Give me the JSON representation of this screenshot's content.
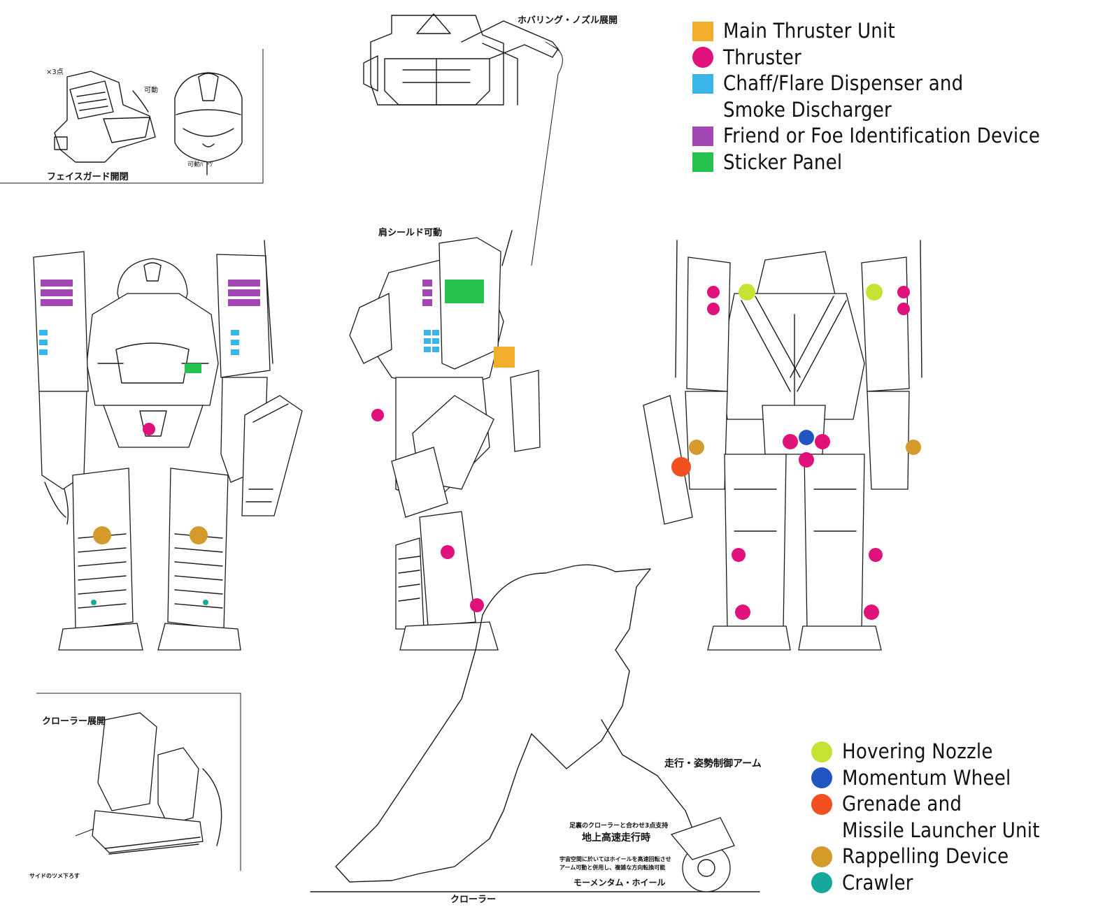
{
  "legend_top": [
    {
      "label": "Main Thruster Unit",
      "color": "#f2ad2b",
      "shape": "square"
    },
    {
      "label": "Thruster",
      "color": "#e0117a",
      "shape": "circle"
    },
    {
      "label": "Chaff/Flare Dispenser and",
      "label2": "Smoke Discharger",
      "color": "#3bb4ea",
      "shape": "square"
    },
    {
      "label": "Friend or Foe Identification Device",
      "color": "#a347b5",
      "shape": "square"
    },
    {
      "label": "Sticker Panel",
      "color": "#27c14e",
      "shape": "square"
    }
  ],
  "legend_bottom": [
    {
      "label": "Hovering Nozzle",
      "color": "#c6e233",
      "shape": "circle"
    },
    {
      "label": "Momentum Wheel",
      "color": "#2255c4",
      "shape": "circle"
    },
    {
      "label": "Grenade and",
      "label2": "Missile Launcher Unit",
      "color": "#f2501e",
      "shape": "circle"
    },
    {
      "label": "Rappelling Device",
      "color": "#d49a2c",
      "shape": "circle"
    },
    {
      "label": "Crawler",
      "color": "#16a99a",
      "shape": "circle"
    }
  ],
  "annotations": {
    "hover_nozzle_deploy": "ホバリング・ノズル展開",
    "faceguard": "フェイスガード開閉",
    "shoulder_shield": "肩シールド可動",
    "crawler_deploy": "クローラー展開",
    "side_claw": "サイドのツメ下ろす",
    "drive_arm": "走行・姿勢制御アーム",
    "three_point": "足裏のクローラーと合わせ3点支持",
    "high_speed": "地上高速走行時",
    "space_note_1": "宇宙空間に於いてはホイールを高速回転させ",
    "space_note_2": "アーム可動と併用し、複雑な方向転換可能",
    "momentum_wheel": "モーメンタム・ホイール",
    "crawler": "クローラー",
    "sketch_note_1": "×3点",
    "sketch_note_2": "可動",
    "sketch_note_3": "可動ﾊﾟｰﾂ"
  },
  "colors": {
    "main_thruster": "#f2ad2b",
    "thruster": "#e0117a",
    "chaff": "#3bb4ea",
    "iff": "#a347b5",
    "sticker": "#27c14e",
    "hover_nozzle": "#c6e233",
    "momentum_wheel": "#2255c4",
    "grenade": "#f2501e",
    "rappelling": "#d49a2c",
    "crawler": "#16a99a"
  }
}
